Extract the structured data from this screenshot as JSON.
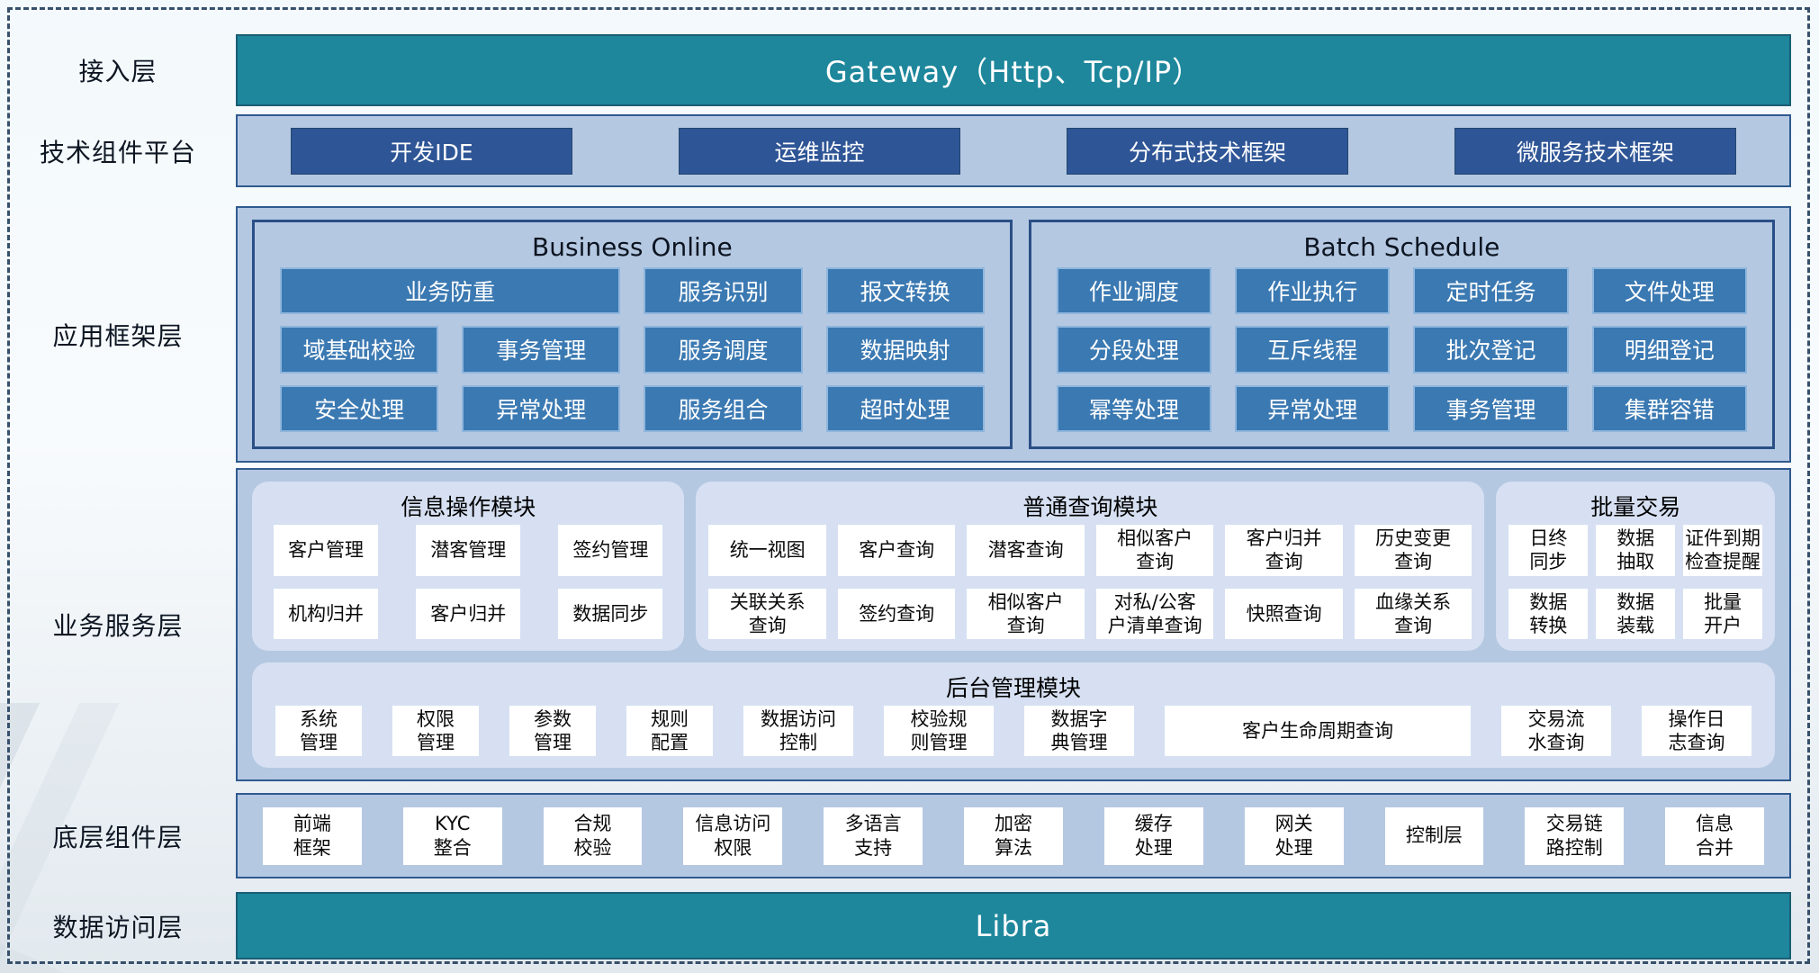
{
  "diagram": {
    "access": {
      "label": "接入层",
      "bar": "Gateway（Http、Tcp/IP）"
    },
    "tech": {
      "label": "技术组件平台",
      "items": [
        "开发IDE",
        "运维监控",
        "分布式技术框架",
        "微服务技术框架"
      ]
    },
    "framework": {
      "label": "应用框架层",
      "online": {
        "title": "Business Online",
        "r1": [
          "业务防重",
          "服务识别",
          "报文转换"
        ],
        "r2": [
          "域基础校验",
          "事务管理",
          "服务调度",
          "数据映射"
        ],
        "r3": [
          "安全处理",
          "异常处理",
          "服务组合",
          "超时处理"
        ]
      },
      "batch": {
        "title": "Batch Schedule",
        "r1": [
          "作业调度",
          "作业执行",
          "定时任务",
          "文件处理"
        ],
        "r2": [
          "分段处理",
          "互斥线程",
          "批次登记",
          "明细登记"
        ],
        "r3": [
          "幂等处理",
          "异常处理",
          "事务管理",
          "集群容错"
        ]
      }
    },
    "service": {
      "label": "业务服务层",
      "info": {
        "title": "信息操作模块",
        "r1": [
          "客户管理",
          "潜客管理",
          "签约管理"
        ],
        "r2": [
          "机构归并",
          "客户归并",
          "数据同步"
        ]
      },
      "query": {
        "title": "普通查询模块",
        "r1": [
          "统一视图",
          "客户查询",
          "潜客查询",
          "相似客户\n查询",
          "客户归并\n查询",
          "历史变更\n查询"
        ],
        "r2": [
          "关联关系\n查询",
          "签约查询",
          "相似客户\n查询",
          "对私/公客\n户清单查询",
          "快照查询",
          "血缘关系\n查询"
        ]
      },
      "trade": {
        "title": "批量交易",
        "r1": [
          "日终\n同步",
          "数据\n抽取",
          "证件到期\n检查提醒"
        ],
        "r2": [
          "数据\n转换",
          "数据\n装载",
          "批量\n开户"
        ]
      },
      "admin": {
        "title": "后台管理模块",
        "items": [
          "系统\n管理",
          "权限\n管理",
          "参数\n管理",
          "规则\n配置",
          "数据访问\n控制",
          "校验规\n则管理",
          "数据字\n典管理",
          "客户生命周期查询",
          "交易流\n水查询",
          "操作日\n志查询"
        ]
      }
    },
    "base": {
      "label": "底层组件层",
      "items": [
        "前端\n框架",
        "KYC\n整合",
        "合规\n校验",
        "信息访问\n权限",
        "多语言\n支持",
        "加密\n算法",
        "缓存\n处理",
        "网关\n处理",
        "控制层",
        "交易链\n路控制",
        "信息\n合并"
      ]
    },
    "data_access": {
      "label": "数据访问层",
      "bar": "Libra"
    }
  },
  "colors": {
    "teal_bar": "#1e879c",
    "dark_blue_button": "#2e5596",
    "mid_blue_button": "#3b79b2",
    "panel_light_blue": "#b5c8e2",
    "module_lighter_blue": "#d6e0f2",
    "dashed_border": "#36506b"
  }
}
